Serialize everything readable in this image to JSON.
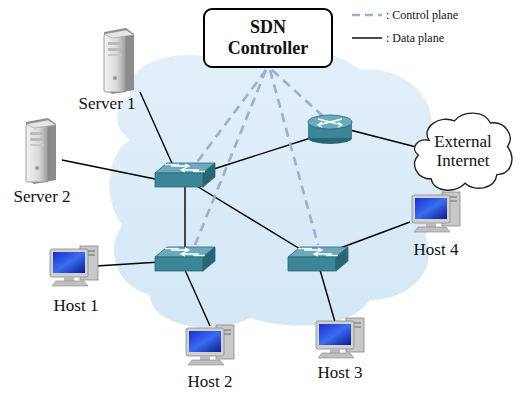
{
  "diagram": {
    "nodes": [
      {
        "text": [
          "SDN Controller"
        ]
      },
      {
        "text": [
          "Server 1"
        ]
      },
      {
        "text": [
          "Server 2"
        ]
      },
      {
        "text": [
          "External Internet"
        ]
      },
      {
        "text": [
          "Host 4"
        ]
      },
      {
        "text": [
          "Host 1"
        ]
      },
      {
        "text": [
          "Host 2"
        ]
      },
      {
        "text": [
          "Host 3"
        ]
      }
    ],
    "legend": [
      {
        "text": ": Control plane"
      },
      {
        "text": ": Data plane"
      }
    ]
  }
}
